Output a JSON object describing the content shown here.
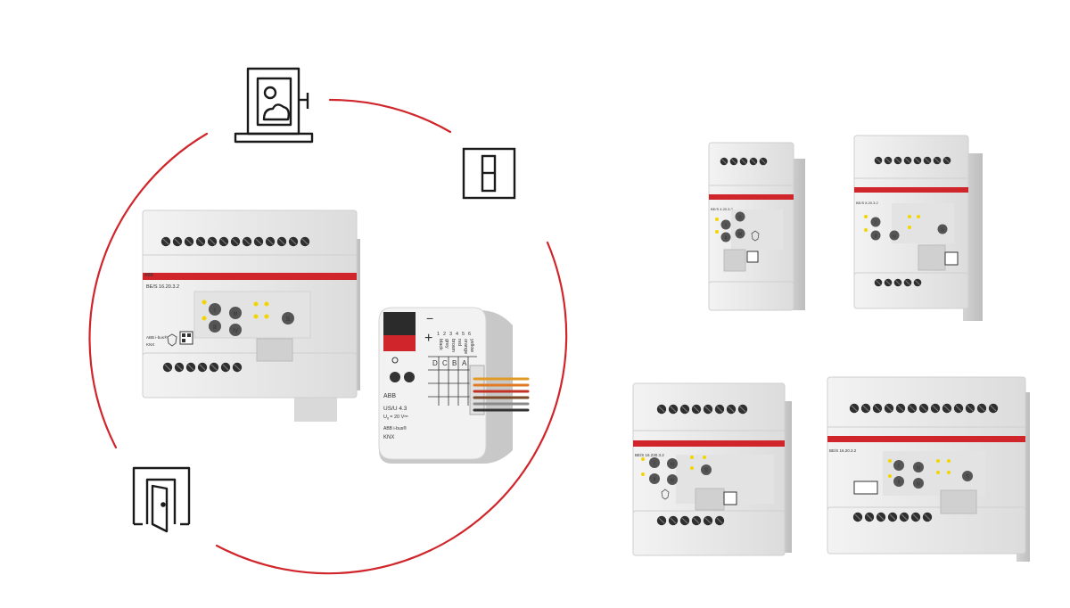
{
  "colors": {
    "accent_red": "#d0262b",
    "device_body": "#ebebeb",
    "device_shadow": "#c9c9c9",
    "terminal_dark": "#2f2f2f",
    "led_yellow": "#f2d500",
    "icon_stroke": "#1a1a1a"
  },
  "icons": [
    "window-icon",
    "light-switch-icon",
    "door-icon"
  ],
  "brand_logo": "ABB",
  "main_actuator": {
    "model": "BE/S 16.20.3.2",
    "bus_label": "ABB i-bus®",
    "knx_label": "KNX",
    "buttons": [
      "I",
      "II",
      "III",
      "IV",
      "S"
    ]
  },
  "interface": {
    "brand": "ABB",
    "model": "US/U 4.3",
    "voltage": "U",
    "voltage_sub": "0",
    "voltage_value": "= 20 V⎓",
    "bus_label": "ABB i-bus®",
    "knx_label": "KNX",
    "minus": "−",
    "plus": "+",
    "terminals": [
      "D",
      "C",
      "B",
      "A"
    ],
    "wire_numbers": [
      "1",
      "2",
      "3",
      "4",
      "5",
      "6"
    ],
    "wire_colors": [
      "black",
      "grey",
      "brown",
      "red",
      "orange",
      "yellow"
    ]
  },
  "products": [
    {
      "model": "BE/S 4.20.3.2",
      "buttons": [
        "I",
        "II",
        "S",
        "M"
      ]
    },
    {
      "model": "BE/S 8.20.3.2",
      "buttons": [
        "I",
        "II",
        "IV",
        "S"
      ]
    },
    {
      "model": "BE/S 16.230.3.2",
      "buttons": [
        "I",
        "II",
        "III",
        "IV",
        "S"
      ]
    },
    {
      "model": "BE/S 16.20.3.2",
      "buttons": [
        "I",
        "II",
        "III",
        "IV",
        "S"
      ]
    }
  ]
}
